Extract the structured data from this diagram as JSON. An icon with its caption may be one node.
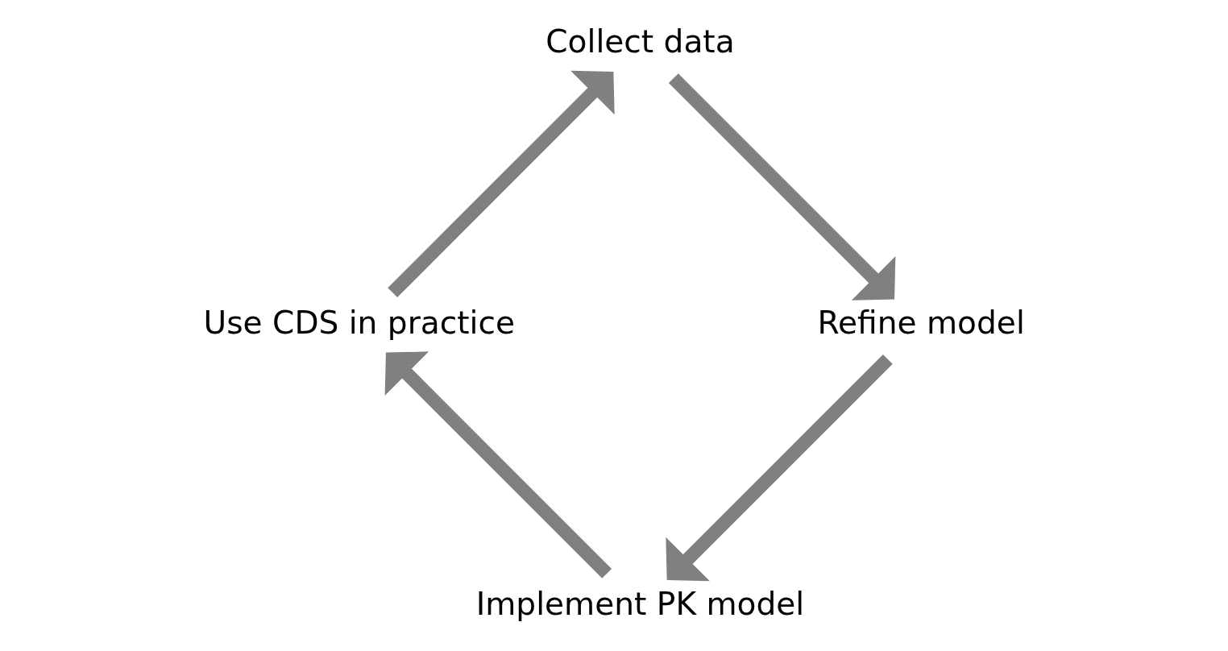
{
  "diagram": {
    "nodes": [
      {
        "text": [
          "Implement PK model"
        ]
      },
      {
        "text": [
          "Use CDS in practice"
        ]
      },
      {
        "text": [
          "Collect data"
        ]
      },
      {
        "text": [
          "Refine model"
        ]
      }
    ],
    "edges": [
      {
        "from": 0,
        "to": 1,
        "arrow": "to"
      },
      {
        "from": 1,
        "to": 2,
        "arrow": "to"
      },
      {
        "from": 2,
        "to": 3,
        "arrow": "to"
      },
      {
        "from": 3,
        "to": 0,
        "arrow": "to"
      }
    ]
  }
}
